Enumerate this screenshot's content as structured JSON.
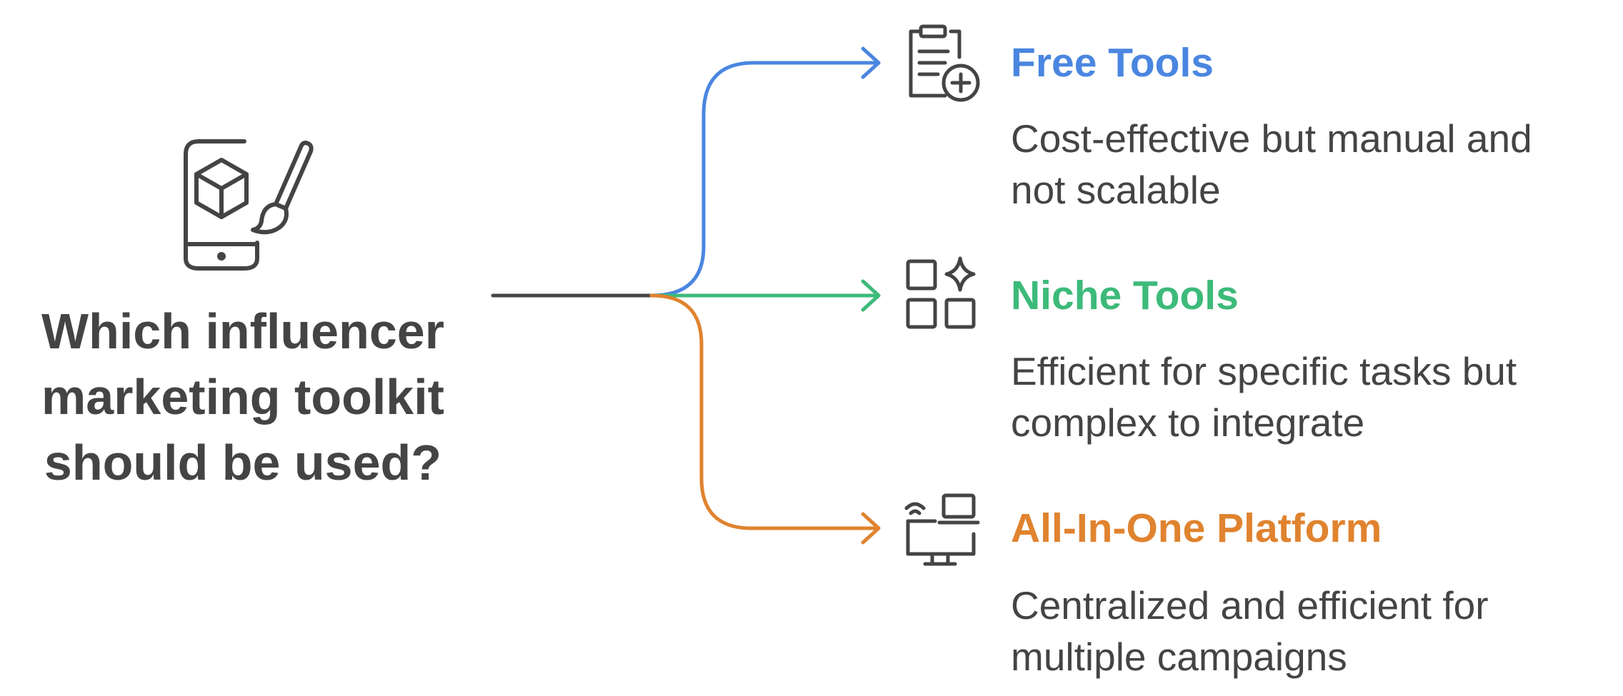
{
  "question": {
    "text": "Which influencer\nmarketing toolkit\nshould be used?",
    "icon": "phone-design-icon"
  },
  "options": [
    {
      "title": "Free Tools",
      "description": "Cost-effective but manual and not scalable",
      "color": "#4A86E0",
      "icon": "clipboard-add-icon"
    },
    {
      "title": "Niche Tools",
      "description": "Efficient for specific tasks but complex to integrate",
      "color": "#3DBA7A",
      "icon": "grid-sparkle-icon"
    },
    {
      "title": "All-In-One Platform",
      "description": "Centralized and efficient for multiple campaigns",
      "color": "#E0832F",
      "icon": "connected-devices-icon"
    }
  ],
  "colors": {
    "text": "#444444",
    "stem": "#444444"
  }
}
